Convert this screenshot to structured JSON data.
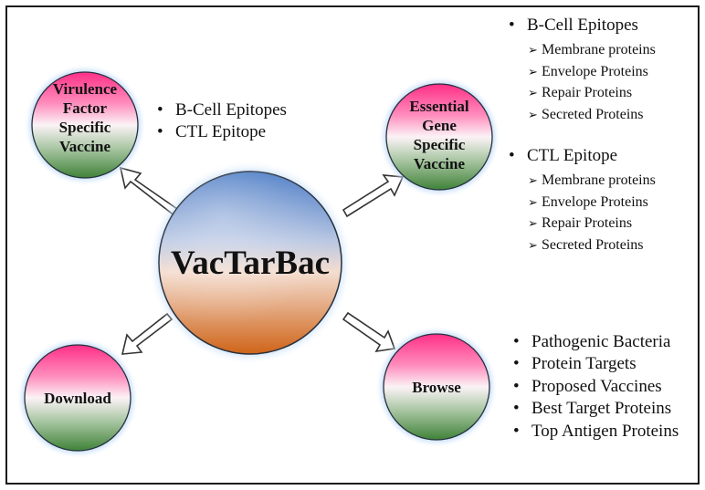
{
  "center": {
    "label": "VacTarBac"
  },
  "nodes": {
    "virulence": {
      "lines": [
        "Virulence",
        "Factor",
        "Specific",
        "Vaccine"
      ]
    },
    "essential": {
      "lines": [
        "Essential",
        "Gene",
        "Specific",
        "Vaccine"
      ]
    },
    "download": {
      "label": "Download"
    },
    "browse": {
      "label": "Browse"
    }
  },
  "virulence_list": [
    "B-Cell Epitopes",
    "CTL Epitope"
  ],
  "essential_list": {
    "bcell": {
      "heading": "B-Cell Epitopes",
      "items": [
        "Membrane proteins",
        "Envelope Proteins",
        "Repair Proteins",
        "Secreted Proteins"
      ]
    },
    "ctl": {
      "heading": "CTL Epitope",
      "items": [
        "Membrane proteins",
        "Envelope Proteins",
        "Repair Proteins",
        "Secreted Proteins"
      ]
    }
  },
  "browse_list": [
    "Pathogenic Bacteria",
    "Protein Targets",
    "Proposed Vaccines",
    "Best Target Proteins",
    "Top Antigen Proteins"
  ],
  "colors": {
    "center_top": "#4f7fc4",
    "center_bottom": "#d2691e",
    "node_top": "#ff3d8b",
    "node_bottom": "#4d8a45",
    "glow": "#9ec8f5",
    "border": "#1a1a1a"
  }
}
